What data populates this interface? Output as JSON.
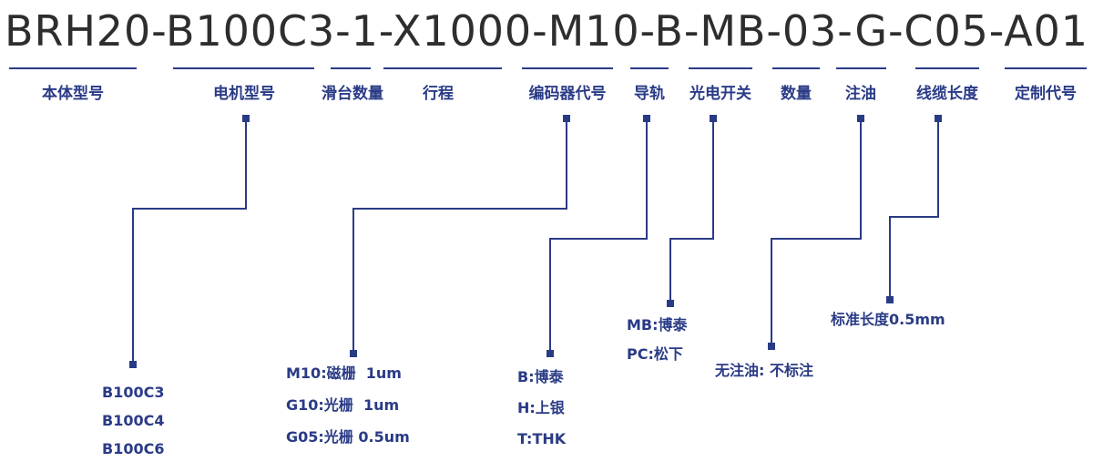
{
  "model_code": "BRH20-B100C3-1-X1000-M10-B-MB-03-G-C05-A01",
  "accent_color": "#2a3b86",
  "segments": [
    {
      "label": "本体型号",
      "options": []
    },
    {
      "label": "电机型号",
      "options": [
        "B100C3",
        "B100C4",
        "B100C6"
      ]
    },
    {
      "label": "滑台数量",
      "options": []
    },
    {
      "label": "行程",
      "options": []
    },
    {
      "label": "编码器代号",
      "options": [
        "M10:磁栅  1um",
        "G10:光栅  1um",
        "G05:光栅 0.5um"
      ]
    },
    {
      "label": "导轨",
      "options": [
        "B:博泰",
        "H:上银",
        "T:THK"
      ]
    },
    {
      "label": "光电开关",
      "options": [
        "MB:博泰",
        "PC:松下"
      ]
    },
    {
      "label": "数量",
      "options": []
    },
    {
      "label": "注油",
      "options": [
        "无注油: 不标注"
      ]
    },
    {
      "label": "线缆长度",
      "options": [
        "标准长度0.5mm"
      ]
    },
    {
      "label": "定制代号",
      "options": []
    }
  ]
}
